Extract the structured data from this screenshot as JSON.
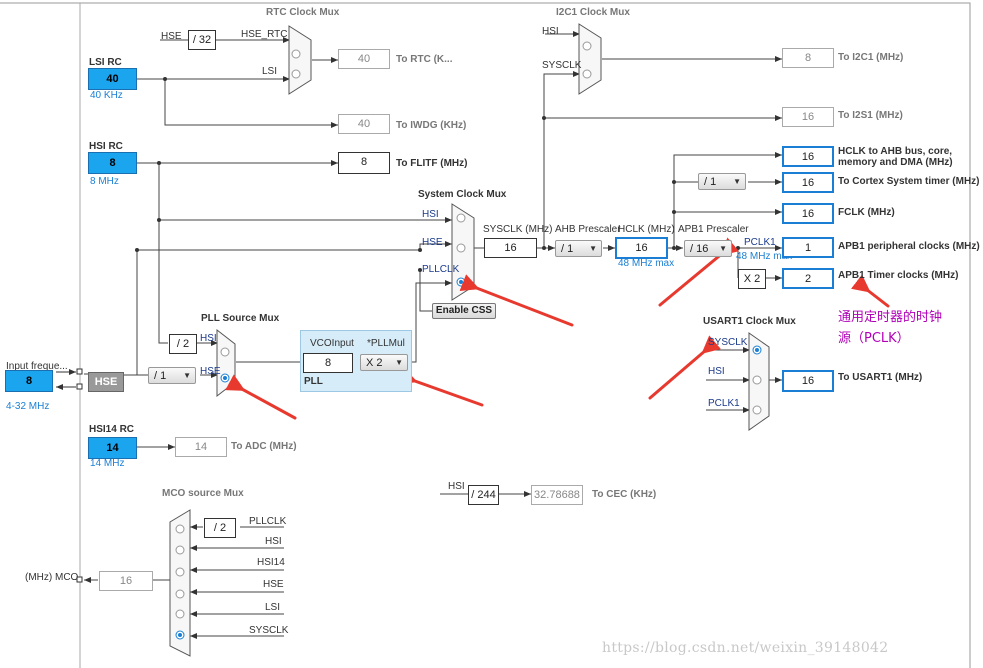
{
  "rtc_mux": {
    "title": "RTC Clock Mux",
    "hse_in": "HSE",
    "div": "/ 32",
    "hse_rtc": "HSE_RTC",
    "lsi": "LSI",
    "out_val": "40",
    "out_label": "To RTC (K..."
  },
  "lsi_rc": {
    "title": "LSI RC",
    "value": "40",
    "freq": "40 KHz"
  },
  "iwdg": {
    "val": "40",
    "label": "To IWDG (KHz)"
  },
  "hsi_rc": {
    "title": "HSI RC",
    "value": "8",
    "freq": "8 MHz"
  },
  "flitf": {
    "val": "8",
    "label": "To FLITF (MHz)"
  },
  "i2c1_mux": {
    "title": "I2C1 Clock Mux",
    "hsi": "HSI",
    "sysclk": "SYSCLK",
    "out_val": "8",
    "out_label": "To I2C1 (MHz)"
  },
  "i2s1": {
    "val": "16",
    "label": "To I2S1 (MHz)"
  },
  "sys_mux": {
    "title": "System Clock Mux",
    "hsi": "HSI",
    "hse": "HSE",
    "pllclk": "PLLCLK",
    "enable_css": "Enable CSS"
  },
  "sysclk": {
    "label": "SYSCLK (MHz)",
    "value": "16"
  },
  "ahb": {
    "label": "AHB Prescaler",
    "select": "/ 1"
  },
  "hclk": {
    "label": "HCLK (MHz)",
    "value": "16",
    "max": "48 MHz max"
  },
  "apb1": {
    "label": "APB1 Prescaler",
    "select": "/ 16",
    "pclk1": "PCLK1",
    "max": "48 MHz max",
    "x2": "X 2"
  },
  "outputs": [
    {
      "val": "16",
      "label": "HCLK to AHB bus, core,",
      "label2": "memory and DMA (MHz)"
    },
    {
      "val": "16",
      "label": "To Cortex System timer (MHz)",
      "sel": "/ 1"
    },
    {
      "val": "16",
      "label": "FCLK (MHz)"
    },
    {
      "val": "1",
      "label": "APB1 peripheral clocks (MHz)"
    },
    {
      "val": "2",
      "label": "APB1 Timer clocks (MHz)"
    }
  ],
  "note": {
    "line1": "通用定时器的时钟",
    "line2": "源（PCLK）"
  },
  "pll_src_mux": {
    "title": "PLL Source Mux",
    "div": "/ 2",
    "hsi": "HSI",
    "hse": "HSE",
    "select": "/ 1"
  },
  "pll": {
    "title": "PLL",
    "vco_label": "VCOInput",
    "vco_value": "8",
    "mul_label": "*PLLMul",
    "mul_select": "X 2"
  },
  "input": {
    "label": "Input freque...",
    "value": "8",
    "range": "4-32 MHz",
    "hse": "HSE"
  },
  "usart_mux": {
    "title": "USART1 Clock Mux",
    "sysclk": "SYSCLK",
    "hsi": "HSI",
    "pclk1": "PCLK1",
    "out_val": "16",
    "out_label": "To USART1 (MHz)"
  },
  "hsi14": {
    "title": "HSI14 RC",
    "value": "14",
    "freq": "14 MHz",
    "out_val": "14",
    "out_label": "To ADC (MHz)"
  },
  "cec": {
    "hsi": "HSI",
    "div": "/ 244",
    "val": "32.78688",
    "label": "To CEC (KHz)"
  },
  "mco_mux": {
    "title": "MCO source Mux",
    "div": "/ 2",
    "pllclk": "PLLCLK",
    "hsi": "HSI",
    "hsi14": "HSI14",
    "hse": "HSE",
    "lsi": "LSI",
    "sysclk": "SYSCLK",
    "out_label": "(MHz) MCO",
    "out_val": "16"
  },
  "watermark": "https://blog.csdn.net/weixin_39148042",
  "colors": {
    "accent": "#1a7fd4",
    "source": "#1aa5ee",
    "arrow": "#e8392f",
    "note": "#b000b8"
  }
}
